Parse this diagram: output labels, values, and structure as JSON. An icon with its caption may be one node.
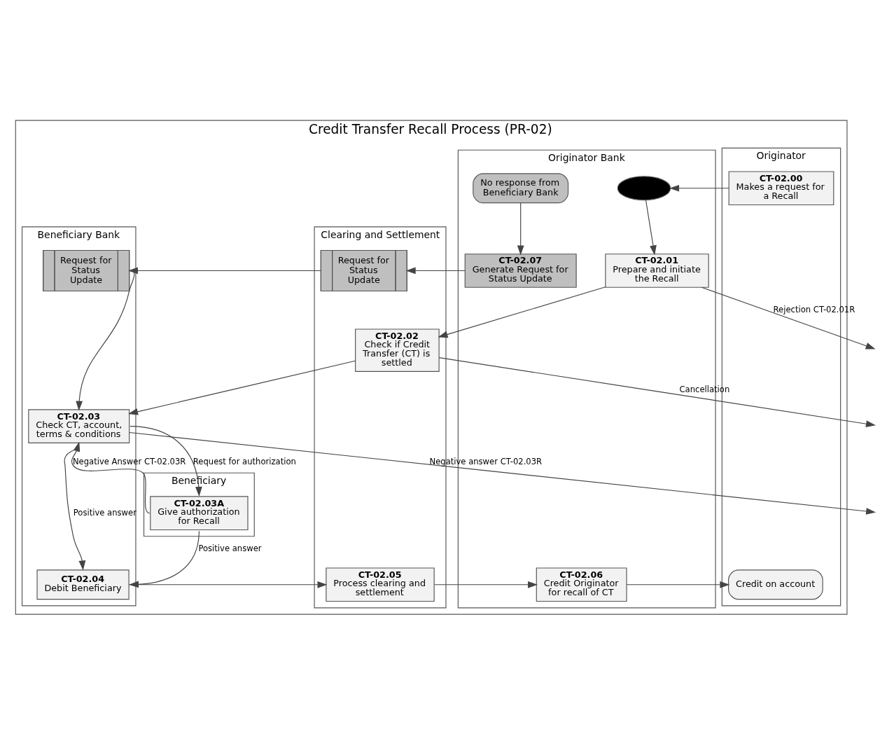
{
  "diagram": {
    "nodes": [
      {
        "text": [
          "Credit Transfer Recall Process (PR-02)"
        ]
      },
      {
        "text": [
          "Originator"
        ],
        "in": 0
      },
      {
        "text": [
          "Originator Bank"
        ],
        "in": 0
      },
      {
        "text": [
          "Clearing and Settlement"
        ],
        "in": 0
      },
      {
        "text": [
          "Beneficiary Bank"
        ],
        "in": 0
      },
      {
        "text": [
          "Beneficiary"
        ],
        "in": 0
      },
      {
        "text": [
          "CT-02.00",
          "Makes a request for a Recall"
        ],
        "in": 1
      },
      {
        "text": [],
        "shape": "oval",
        "in": 2
      },
      {
        "text": [
          "CT-02.01",
          "Prepare and initiate the Recall"
        ],
        "in": 2
      },
      {
        "text": [
          "CT-02.02",
          "Check if Credit Transfer (CT) is settled"
        ],
        "in": 3
      },
      {
        "text": [
          "CT-02.03",
          "Check CT, account, terms & conditions"
        ],
        "in": 4
      },
      {
        "text": [
          "CT-02.03A",
          "Give authorization for Recall"
        ],
        "in": 5
      },
      {
        "text": [
          "CT-02.04",
          "Debit Beneficiary"
        ],
        "in": 4
      },
      {
        "text": [
          "CT-02.05",
          "Process clearing and settlement"
        ],
        "in": 3
      },
      {
        "text": [
          "CT-02.06",
          "Credit Originator for recall of CT"
        ],
        "in": 2
      },
      {
        "text": [
          "Credit on account"
        ],
        "in": 1
      },
      {
        "text": [
          "No response from Beneficiary Bank"
        ],
        "in": 2
      },
      {
        "text": [
          "CT-02.07",
          "Generate Request for Status Update"
        ],
        "in": 2
      },
      {
        "text": [
          "Request for Status Update"
        ],
        "in": 3
      },
      {
        "text": [
          "Request for Status Update"
        ],
        "in": 4
      }
    ],
    "edges": [
      {
        "from": 6,
        "to": 7,
        "arrow": "to"
      },
      {
        "from": 7,
        "to": 8,
        "arrow": "to"
      },
      {
        "from": 8,
        "to": null,
        "arrow": "to",
        "label": "Rejection CT-02.01R"
      },
      {
        "from": 8,
        "to": 9,
        "arrow": "to"
      },
      {
        "from": 9,
        "to": null,
        "arrow": "to",
        "label": "Cancellation"
      },
      {
        "from": 9,
        "to": 10,
        "arrow": "to"
      },
      {
        "from": 10,
        "to": null,
        "arrow": "to",
        "label": "Negative answer CT-02.03R"
      },
      {
        "from": 10,
        "to": 11,
        "arrow": "to",
        "label": "Request for authorization"
      },
      {
        "from": 11,
        "to": 10,
        "arrow": "to",
        "label": "Negative Answer CT-02.03R"
      },
      {
        "from": 10,
        "to": 12,
        "arrow": "to",
        "label": "Positive answer"
      },
      {
        "from": 11,
        "to": 12,
        "arrow": "to",
        "label": "Positive answer"
      },
      {
        "from": 12,
        "to": 13,
        "arrow": "to"
      },
      {
        "from": 13,
        "to": 14,
        "arrow": "to"
      },
      {
        "from": 14,
        "to": 15,
        "arrow": "to"
      },
      {
        "from": 16,
        "to": 17,
        "arrow": "to"
      },
      {
        "from": 17,
        "to": 18,
        "arrow": "to"
      },
      {
        "from": 18,
        "to": 19,
        "arrow": "to"
      },
      {
        "from": 19,
        "to": 10,
        "arrow": "to"
      }
    ]
  }
}
